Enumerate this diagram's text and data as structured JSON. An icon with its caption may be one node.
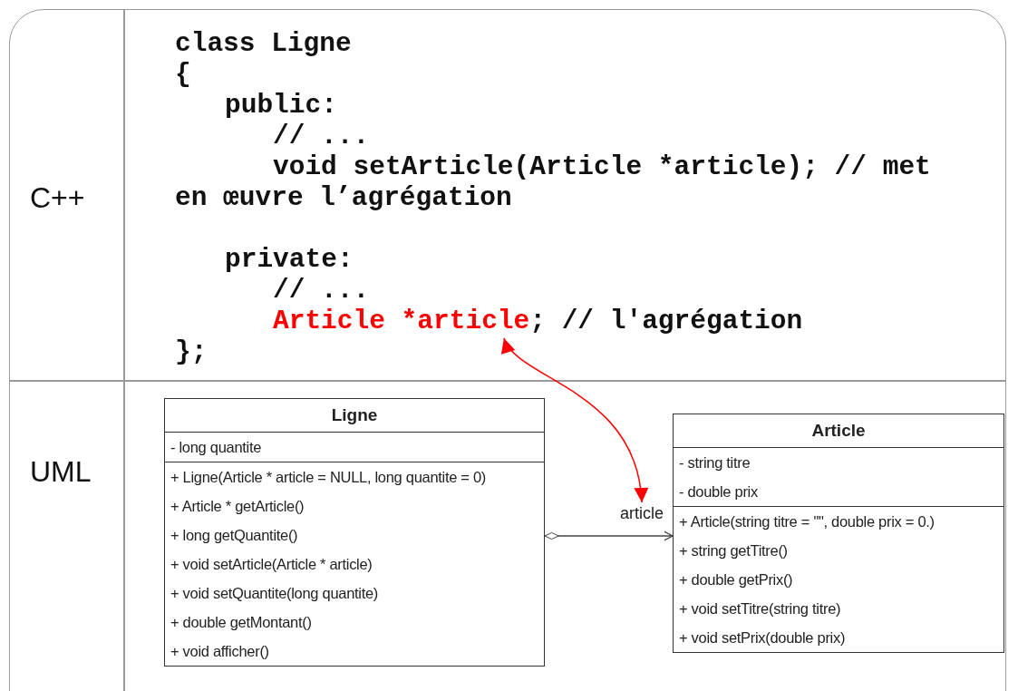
{
  "diagram": {
    "nodes": [
      {
        "text": [
          "Article *article"
        ]
      },
      {
        "text": [
          "Ligne",
          "- long quantite",
          "+ Ligne(Article * article = NULL, long quantite = 0)",
          "+ Article * getArticle()",
          "+ long getQuantite()",
          "+ void setArticle(Article * article)",
          "+ void setQuantite(long quantite)",
          "+ double getMontant()",
          "+ void afficher()"
        ]
      },
      {
        "text": [
          "article"
        ]
      },
      {
        "text": [
          "Article",
          "- string titre",
          "- double prix",
          "+ Article(string titre = \"\", double prix = 0.)",
          "+ string getTitre()",
          "+ double getPrix()",
          "+ void setTitre(string titre)",
          "+ void setPrix(double prix)"
        ]
      }
    ],
    "edges": [
      {
        "from": 1,
        "to": 3,
        "arrow": "to"
      },
      {
        "from": 0,
        "to": 2,
        "arrow": "both",
        "color": "#ff0000"
      }
    ],
    "labels": [
      "C++",
      "class Ligne",
      "{",
      "public:",
      "// ...",
      "void setArticle(Article *article); // met en œuvre l’agrégation",
      "private:",
      "// ...",
      "; // l'agrégation",
      "};",
      "UML"
    ]
  }
}
